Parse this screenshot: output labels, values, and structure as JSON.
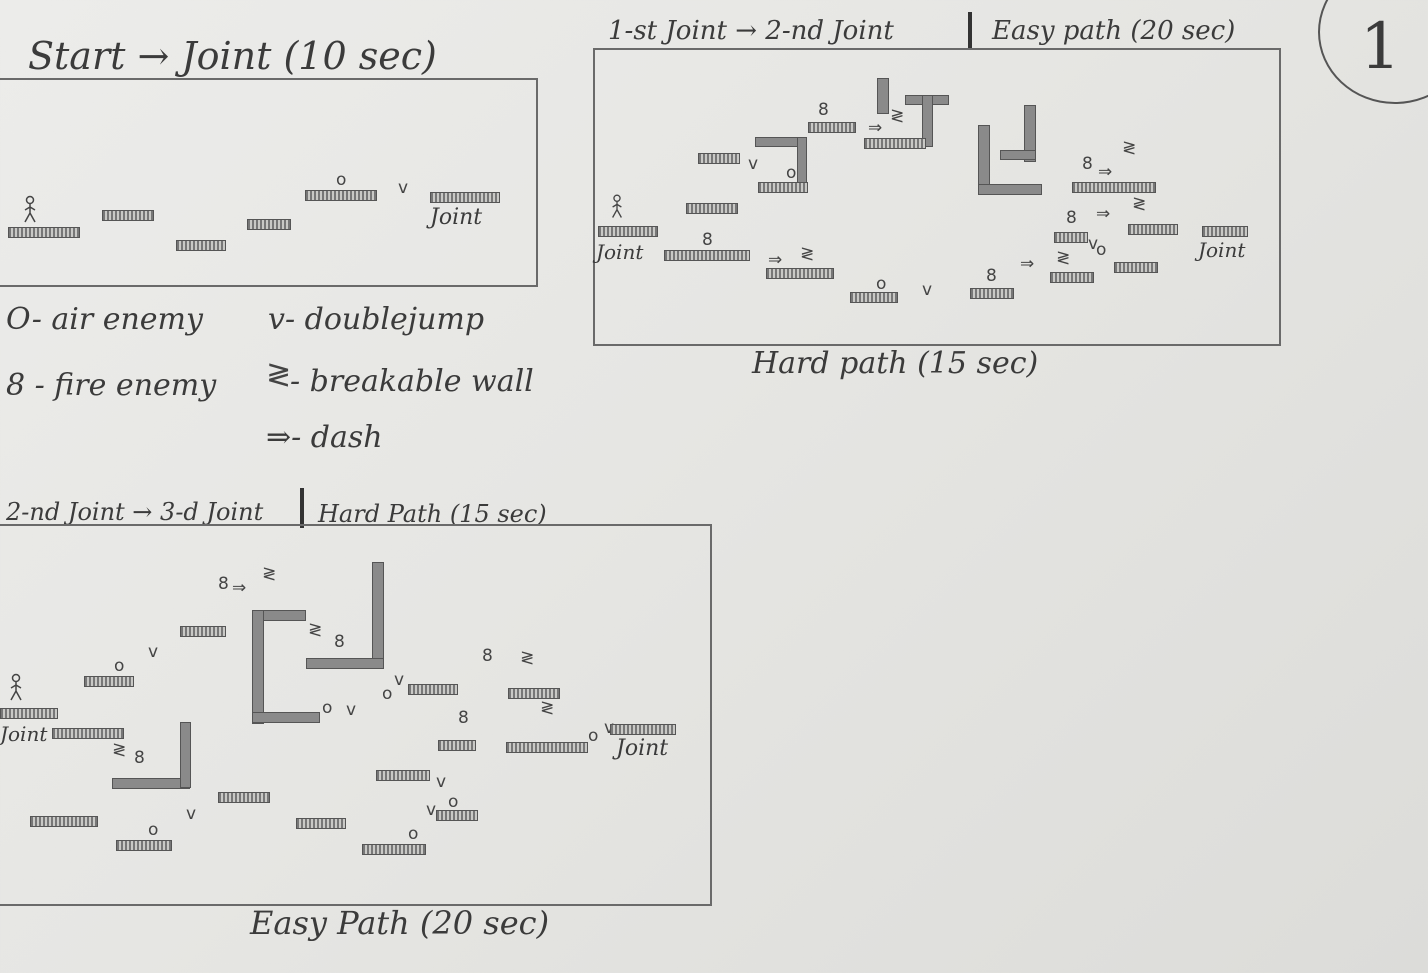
{
  "page_number": "1",
  "panels": {
    "start": {
      "title": "Start → Joint (10 sec)",
      "joint_label": "Joint"
    },
    "first_second": {
      "title_left": "1-st Joint → 2-nd Joint",
      "title_right": "Easy path (20 sec)",
      "caption": "Hard path (15 sec)",
      "joint_left": "Joint",
      "joint_right": "Joint"
    },
    "second_third": {
      "title_left": "2-nd Joint → 3-d Joint",
      "title_right": "Hard Path (15 sec)",
      "caption": "Easy Path (20 sec)",
      "joint_left": "Joint",
      "joint_right": "Joint"
    }
  },
  "legend": {
    "air_enemy": "O- air enemy",
    "fire_enemy": "8 - fire enemy",
    "doublejump": "v- doublejump",
    "breakable_wall": "- breakable wall",
    "dash": "⇒- dash"
  },
  "symbols": {
    "air": "o",
    "fire": "8",
    "jump": "v",
    "wall": "≷",
    "dash": "⇒"
  },
  "colors": {
    "paper": "#e8e8e5",
    "pencil": "#4a4a4a"
  }
}
